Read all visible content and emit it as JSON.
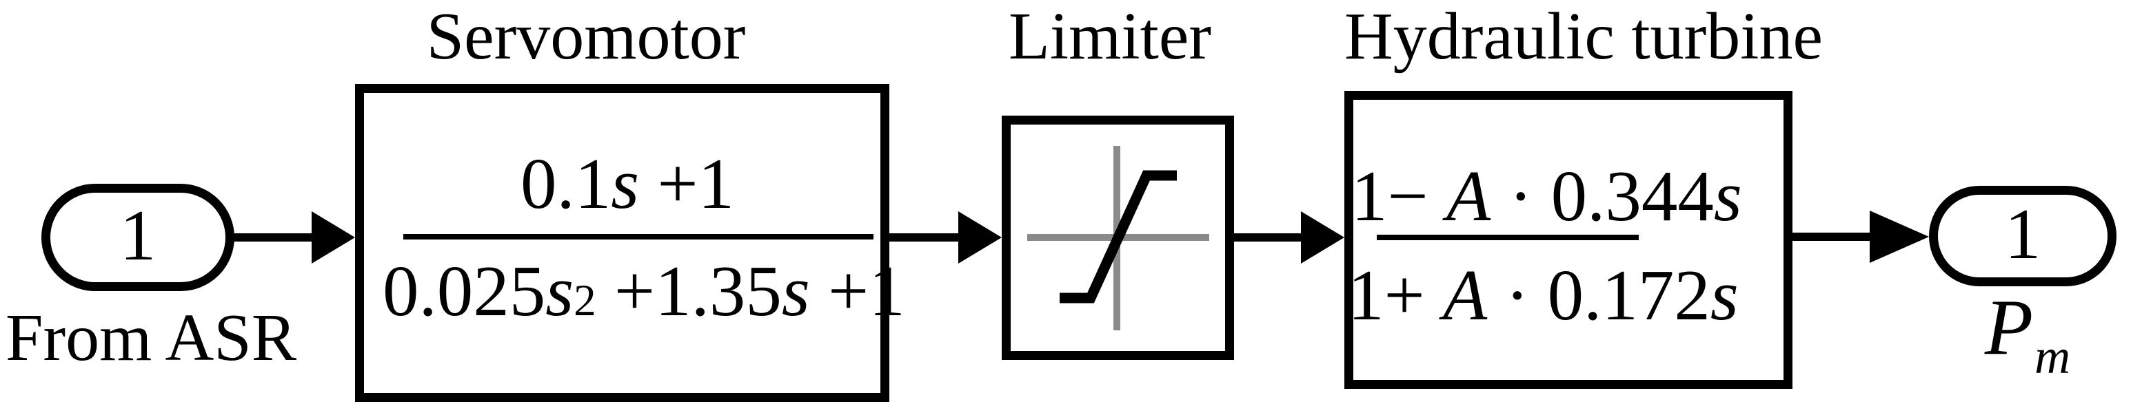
{
  "ports": {
    "input": {
      "number": "1",
      "label": "From ASR"
    },
    "output": {
      "number": "1",
      "label_main": "P",
      "label_sub": "m"
    }
  },
  "blocks": {
    "servomotor": {
      "title": "Servomotor",
      "numerator": [
        {
          "t": "0.1"
        },
        {
          "t": "s",
          "i": true
        },
        {
          "t": " +1"
        }
      ],
      "denominator": [
        {
          "t": "0.025"
        },
        {
          "t": "s",
          "i": true
        },
        {
          "t": "2",
          "sup": true
        },
        {
          "t": " +1.35"
        },
        {
          "t": "s",
          "i": true
        },
        {
          "t": " +1"
        }
      ]
    },
    "limiter": {
      "title": "Limiter",
      "icon": "saturation-icon"
    },
    "turbine": {
      "title": "Hydraulic turbine",
      "numerator": [
        {
          "t": "1− "
        },
        {
          "t": "A",
          "i": true
        },
        {
          "t": " · 0.344"
        },
        {
          "t": "s",
          "i": true
        }
      ],
      "denominator": [
        {
          "t": "1+ "
        },
        {
          "t": "A",
          "i": true
        },
        {
          "t": " · 0.172"
        },
        {
          "t": "s",
          "i": true
        }
      ]
    }
  },
  "colors": {
    "line": "#000000",
    "axis_gray": "#8a8a8a",
    "background": "#ffffff"
  }
}
